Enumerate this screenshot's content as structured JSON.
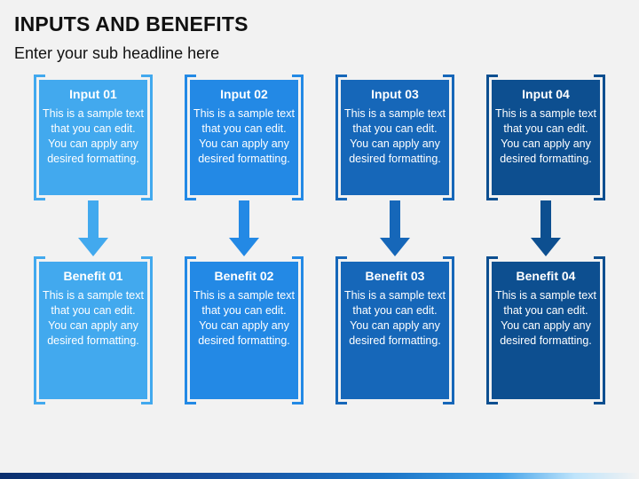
{
  "header": {
    "title": "INPUTS AND BENEFITS",
    "subtitle": "Enter your sub headline here"
  },
  "columns": [
    {
      "color": "#42a9ee",
      "input": {
        "title": "Input 01",
        "text": "This is a sample text that you can edit. You can apply any desired formatting."
      },
      "benefit": {
        "title": "Benefit 01",
        "text": "This is a sample text that you can edit. You can apply any desired formatting."
      }
    },
    {
      "color": "#2389e5",
      "input": {
        "title": "Input 02",
        "text": "This is a sample text that you can edit. You can apply any desired formatting."
      },
      "benefit": {
        "title": "Benefit 02",
        "text": "This is a sample text that you can edit. You can apply any desired formatting."
      }
    },
    {
      "color": "#1667b9",
      "input": {
        "title": "Input 03",
        "text": "This is a sample text that you can edit. You can apply any desired formatting."
      },
      "benefit": {
        "title": "Benefit 03",
        "text": "This is a sample text that you can edit. You can apply any desired formatting."
      }
    },
    {
      "color": "#0d4f90",
      "input": {
        "title": "Input 04",
        "text": "This is a sample text that you can edit. You can apply any desired formatting."
      },
      "benefit": {
        "title": "Benefit 04",
        "text": "This is a sample text that you can edit. You can apply any desired formatting."
      }
    }
  ]
}
